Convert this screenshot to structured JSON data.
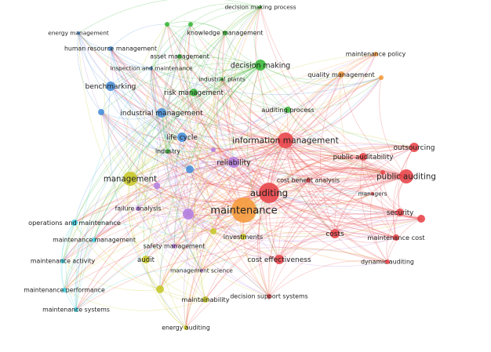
{
  "clusters": {
    "red": "#e8474b",
    "green": "#3cb83c",
    "blue": "#4a90d9",
    "yellow": "#c9c92c",
    "purple": "#b47fe0",
    "cyan": "#3fcfe0",
    "orange": "#f59a3c"
  },
  "nodes": [
    {
      "label": "decision making process",
      "cluster": "green",
      "weight": 1
    },
    {
      "label": "knowledge management",
      "cluster": "green",
      "weight": 2
    },
    {
      "label": "",
      "cluster": "green",
      "weight": 1
    },
    {
      "label": "",
      "cluster": "green",
      "weight": 1
    },
    {
      "label": "energy management",
      "cluster": "blue",
      "weight": 1
    },
    {
      "label": "human resource management",
      "cluster": "blue",
      "weight": 2
    },
    {
      "label": "asset management",
      "cluster": "green",
      "weight": 2
    },
    {
      "label": "inspection and maintenance",
      "cluster": "blue",
      "weight": 1
    },
    {
      "label": "decision making",
      "cluster": "green",
      "weight": 6
    },
    {
      "label": "industrial plants",
      "cluster": "green",
      "weight": 1
    },
    {
      "label": "risk management",
      "cluster": "green",
      "weight": 4
    },
    {
      "label": "benchmarking",
      "cluster": "blue",
      "weight": 5
    },
    {
      "label": "",
      "cluster": "blue",
      "weight": 3
    },
    {
      "label": "industrial management",
      "cluster": "blue",
      "weight": 5
    },
    {
      "label": "life cycle",
      "cluster": "blue",
      "weight": 5
    },
    {
      "label": "industry",
      "cluster": "green",
      "weight": 2
    },
    {
      "label": "",
      "cluster": "blue",
      "weight": 4
    },
    {
      "label": "",
      "cluster": "purple",
      "weight": 2
    },
    {
      "label": "reliability",
      "cluster": "purple",
      "weight": 6
    },
    {
      "label": "auditing process",
      "cluster": "green",
      "weight": 3
    },
    {
      "label": "information management",
      "cluster": "red",
      "weight": 9
    },
    {
      "label": "maintenance policy",
      "cluster": "orange",
      "weight": 2
    },
    {
      "label": "quality management",
      "cluster": "orange",
      "weight": 3
    },
    {
      "label": "",
      "cluster": "orange",
      "weight": 2
    },
    {
      "label": "outsourcing",
      "cluster": "red",
      "weight": 5
    },
    {
      "label": "public auditability",
      "cluster": "red",
      "weight": 4
    },
    {
      "label": "",
      "cluster": "red",
      "weight": 2
    },
    {
      "label": "public auditing",
      "cluster": "red",
      "weight": 8
    },
    {
      "label": "management",
      "cluster": "yellow",
      "weight": 8
    },
    {
      "label": "",
      "cluster": "purple",
      "weight": 3
    },
    {
      "label": "failure analysis",
      "cluster": "purple",
      "weight": 2
    },
    {
      "label": "",
      "cluster": "purple",
      "weight": 6
    },
    {
      "label": "maintenance",
      "cluster": "orange",
      "weight": 15
    },
    {
      "label": "auditing",
      "cluster": "red",
      "weight": 12
    },
    {
      "label": "cost benefit analysis",
      "cluster": "red",
      "weight": 2
    },
    {
      "label": "managers",
      "cluster": "red",
      "weight": 1
    },
    {
      "label": "security",
      "cluster": "red",
      "weight": 4
    },
    {
      "label": "",
      "cluster": "red",
      "weight": 4
    },
    {
      "label": "costs",
      "cluster": "red",
      "weight": 5
    },
    {
      "label": "maintenance cost",
      "cluster": "red",
      "weight": 3
    },
    {
      "label": "dynamic auditing",
      "cluster": "red",
      "weight": 2
    },
    {
      "label": "cost effectiveness",
      "cluster": "red",
      "weight": 5
    },
    {
      "label": "decision support systems",
      "cluster": "red",
      "weight": 2
    },
    {
      "label": "investments",
      "cluster": "yellow",
      "weight": 3
    },
    {
      "label": "",
      "cluster": "yellow",
      "weight": 3
    },
    {
      "label": "operations and maintenance",
      "cluster": "cyan",
      "weight": 3
    },
    {
      "label": "maintenance management",
      "cluster": "cyan",
      "weight": 2
    },
    {
      "label": "safety management",
      "cluster": "purple",
      "weight": 2
    },
    {
      "label": "audit",
      "cluster": "yellow",
      "weight": 4
    },
    {
      "label": "maintenance activity",
      "cluster": "cyan",
      "weight": 2
    },
    {
      "label": "management science",
      "cluster": "purple",
      "weight": 1
    },
    {
      "label": "maintenance performance",
      "cluster": "cyan",
      "weight": 2
    },
    {
      "label": "",
      "cluster": "yellow",
      "weight": 4
    },
    {
      "label": "maintainability",
      "cluster": "yellow",
      "weight": 3
    },
    {
      "label": "maintenance systems",
      "cluster": "cyan",
      "weight": 2
    },
    {
      "label": "energy auditing",
      "cluster": "yellow",
      "weight": 2
    }
  ]
}
